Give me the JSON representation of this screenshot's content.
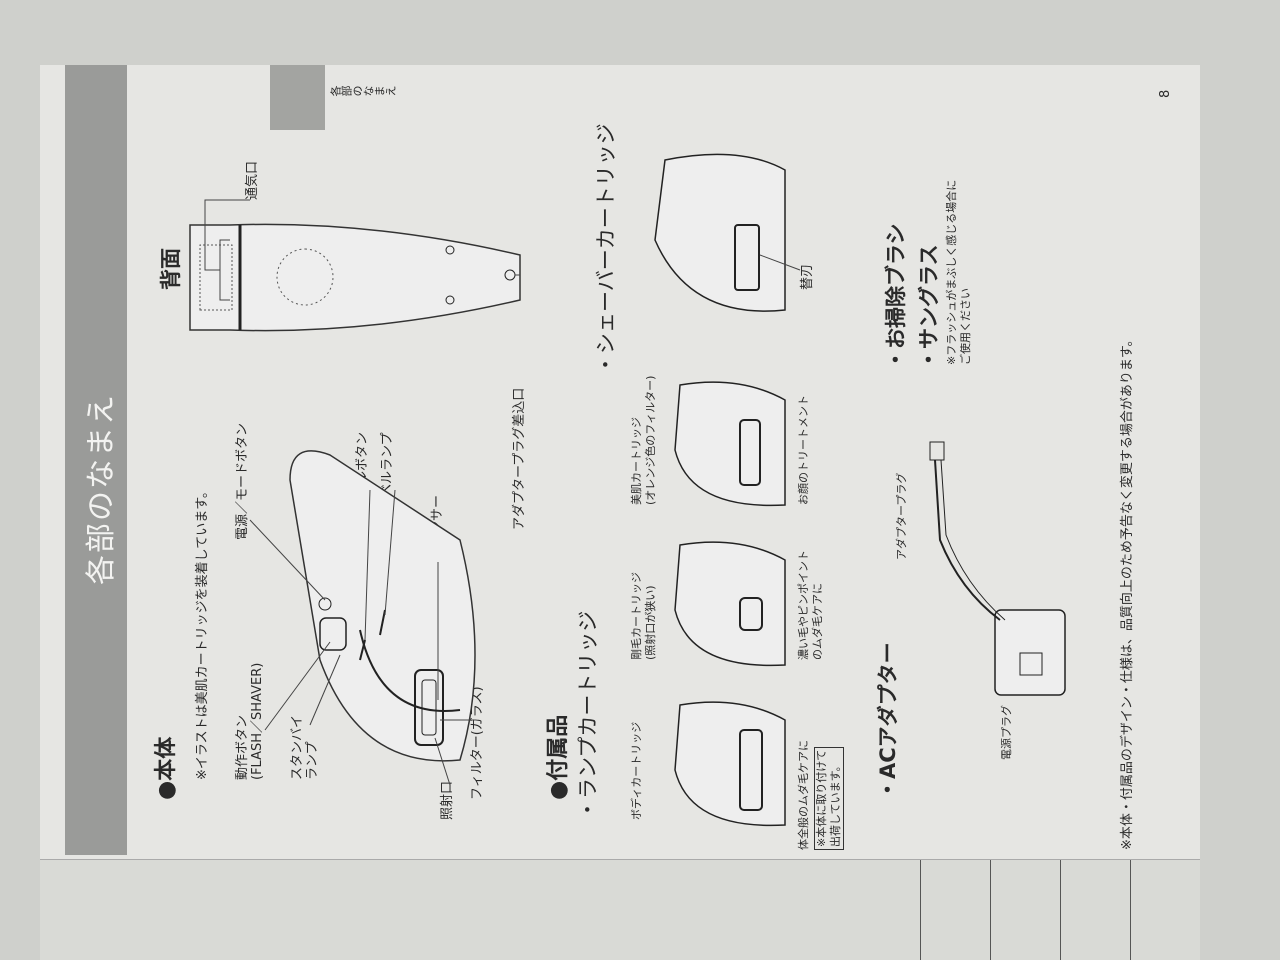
{
  "header": {
    "title": "各部のなまえ",
    "side_tab": "各部のなまえ",
    "page_number": "8"
  },
  "body_section": {
    "heading": "●本体",
    "note": "※イラストは美肌カートリッジを装着しています。",
    "labels": {
      "action_button": "動作ボタン",
      "action_button_sub": "(FLASH／SHAVER)",
      "standby_lamp_1": "スタンバイ",
      "standby_lamp_2": "ランプ",
      "irradiation_port": "照射口",
      "filter": "フィルター(ガラス)",
      "power_mode": "電源／モードボタン",
      "level_button": "レベルボタン",
      "level_lamp": "レベルランプ",
      "skin_sensor": "肌センサー"
    },
    "back": {
      "heading": "背面",
      "vent": "通気口",
      "adapter_jack": "アダプタープラグ差込口"
    }
  },
  "accessories": {
    "heading": "●付属品",
    "lamp_heading": "・ランプカートリッジ",
    "cartridges": [
      {
        "name": "ボディカートリッジ",
        "name2": "",
        "use": "体全般のムダ毛ケアに",
        "use2": ""
      },
      {
        "name": "剛毛カートリッジ",
        "name2": "(照射口が狭い)",
        "use": "濃い毛やピンポイント",
        "use2": "のムダ毛ケアに"
      },
      {
        "name": "美肌カートリッジ",
        "name2": "(オレンジ色のフィルター)",
        "use": "お顔のトリートメント",
        "use2": ""
      }
    ],
    "shipped_note_1": "※本体に取り付けて",
    "shipped_note_2": "出荷しています。",
    "shaver_heading": "・シェーバーカートリッジ",
    "shaver_blade": "替刃",
    "ac_heading": "・ACアダプター",
    "adapter_plug": "アダプタープラグ",
    "power_plug": "電源プラグ",
    "brush": "・お掃除ブラシ",
    "sunglasses": "・サングラス",
    "sunglasses_note_1": "※フラッシュがまぶしく感じる場合に",
    "sunglasses_note_2": "ご使用ください"
  },
  "footnote": "※本体・付属品のデザイン・仕様は、品質向上のため予告なく変更する場合があります。"
}
